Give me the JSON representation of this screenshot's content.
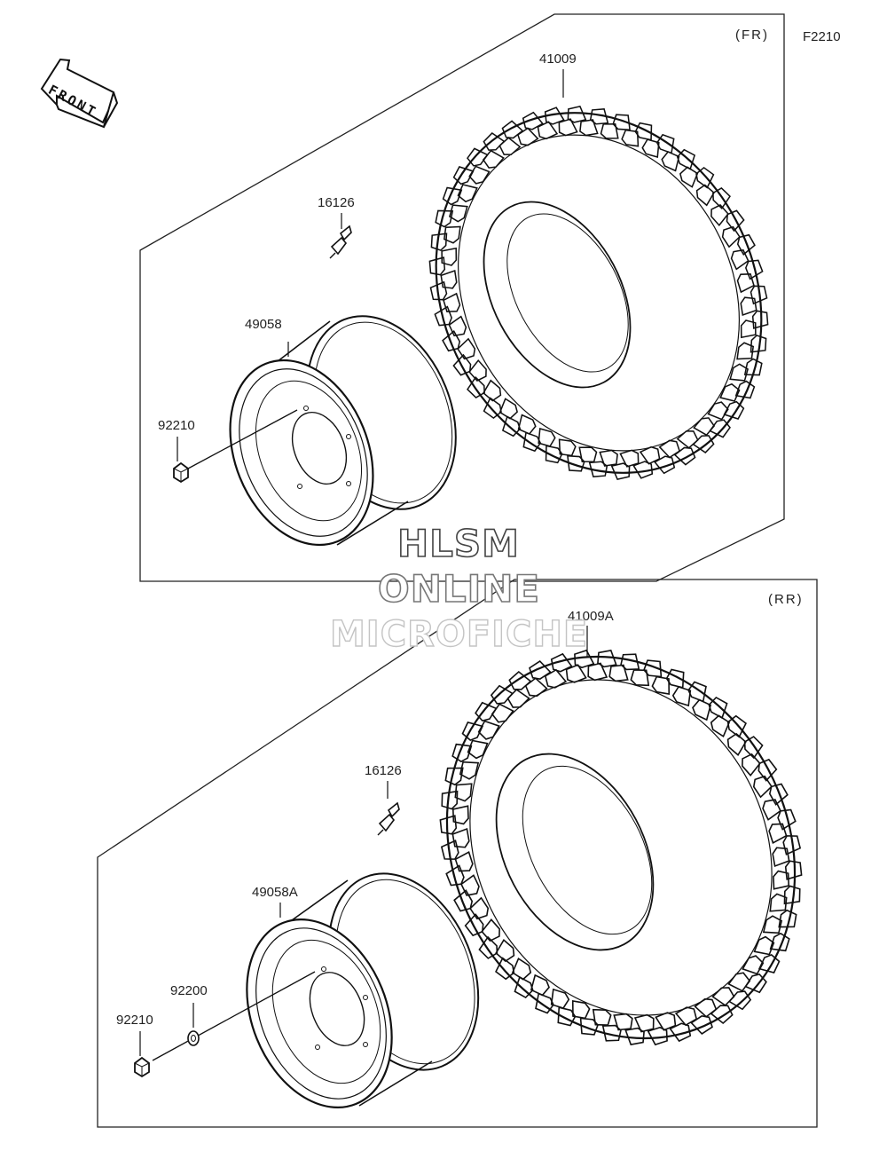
{
  "diagram_code": "F2210",
  "front_label": "FRONT",
  "watermark": {
    "line1": "HLSM",
    "line2": "ONLINE",
    "line3": "MICROFICHE"
  },
  "front_section": {
    "label": "(FR)",
    "parts": {
      "tire": "41009",
      "valve": "16126",
      "wheel": "49058",
      "nut": "92210"
    }
  },
  "rear_section": {
    "label": "(RR)",
    "parts": {
      "tire": "41009A",
      "valve": "16126",
      "wheel": "49058A",
      "washer": "92200",
      "nut": "92210"
    }
  }
}
